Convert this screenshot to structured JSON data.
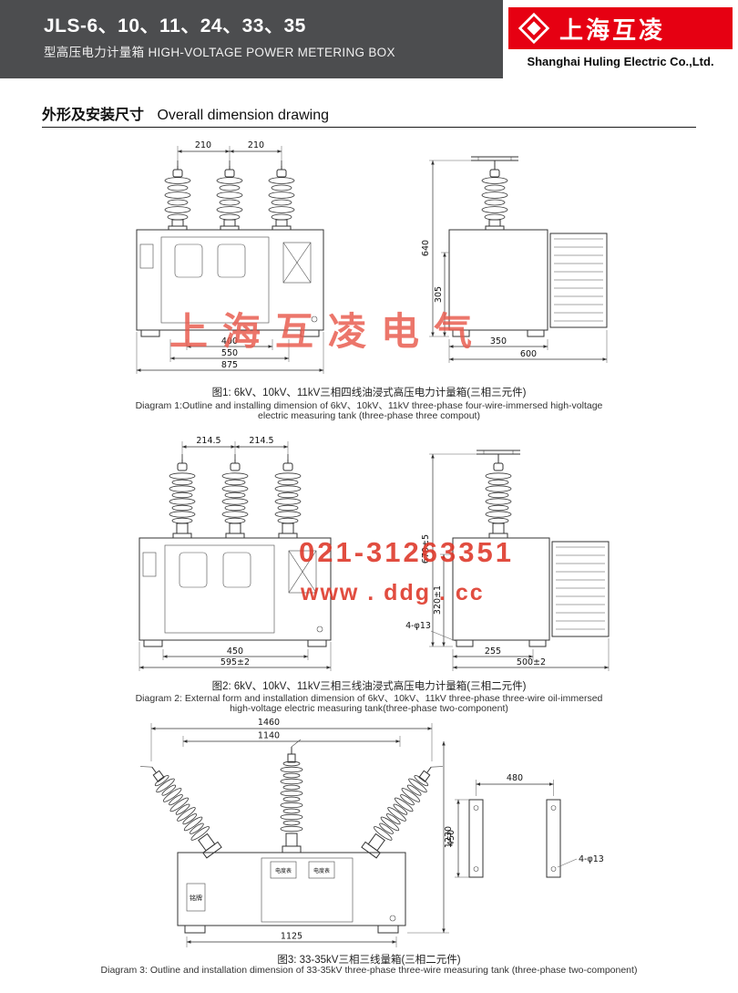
{
  "header": {
    "model": "JLS-6、10、11、24、33、35",
    "subtitle": "型高压电力计量箱 HIGH-VOLTAGE POWER METERING BOX",
    "logo_text": "上海互凌",
    "company": "Shanghai Huling Electric Co.,Ltd."
  },
  "section": {
    "title_cn": "外形及安装尺寸",
    "title_en": "Overall dimension drawing"
  },
  "watermarks": {
    "brand": "上海互凌电气",
    "phone": "021-31263351",
    "site": "www . ddg . cc"
  },
  "colors": {
    "header_bg": "#4c4d4f",
    "brand_red": "#e60012",
    "watermark_red": "#de3526",
    "drawing_line": "#333333"
  },
  "diagram1": {
    "dims": {
      "spacing_left": "210",
      "spacing_right": "210",
      "width_inner": "400",
      "width_mid": "550",
      "width_outer": "875",
      "height_total": "640",
      "height_tank": "305",
      "depth_tank": "350",
      "depth_total": "600"
    },
    "caption_cn": "图1: 6kV、10kV、11kV三相四线油浸式高压电力计量箱(三相三元件)",
    "caption_en": [
      "Diagram 1:Outline and installing dimension of 6kV、10kV、11kV three-phase four-wire-immersed high-voltage",
      "electric measuring tank (three-phase three compout)"
    ]
  },
  "diagram2": {
    "dims": {
      "spacing_left": "214.5",
      "spacing_right": "214.5",
      "width_inner": "450",
      "width_outer": "595±2",
      "height_total": "670±5",
      "height_tank": "320±1",
      "holes": "4-φ13",
      "depth_tank": "255",
      "depth_total": "500±2"
    },
    "caption_cn": "图2: 6kV、10kV、11kV三相三线油浸式高压电力计量箱(三相二元件)",
    "caption_en": [
      "Diagram 2: External form and installation dimension of 6kV、10kV、11kV three-phase three-wire oil-immersed",
      "high-voltage electric measuring tank(three-phase two-component)"
    ]
  },
  "diagram3": {
    "dims": {
      "width_outer": "1460",
      "width_inner": "1140",
      "height_total": "1230",
      "width_base": "1125",
      "channel_spacing": "480",
      "channel_height": "450",
      "holes": "4-φ13"
    },
    "labels": {
      "nameplate": "铭牌",
      "meter_left": "电度表",
      "meter_right": "电度表"
    },
    "caption_cn": "图3: 33-35kV三相三线量箱(三相二元件)",
    "caption_en": "Diagram 3: Outline and installation dimension of 33-35kV three-phase three-wire measuring tank (three-phase two-component)"
  }
}
